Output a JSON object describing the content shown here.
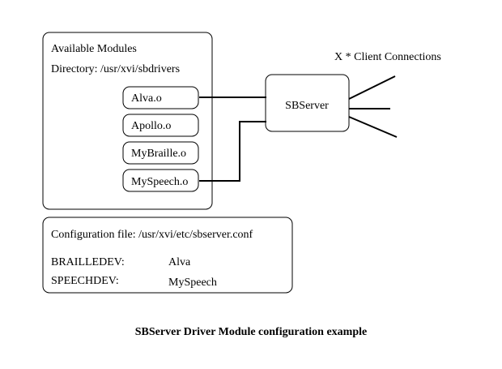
{
  "modules_panel": {
    "title": "Available Modules",
    "directory": "Directory: /usr/xvi/sbdrivers",
    "modules": [
      "Alva.o",
      "Apollo.o",
      "MyBraille.o",
      "MySpeech.o"
    ]
  },
  "server": {
    "label": "SBServer"
  },
  "clients": {
    "label": "X * Client Connections"
  },
  "config_panel": {
    "file": "Configuration file: /usr/xvi/etc/sbserver.conf",
    "entries": [
      {
        "key": "BRAILLEDEV:",
        "value": "Alva"
      },
      {
        "key": "SPEECHDEV:",
        "value": "MySpeech"
      }
    ]
  },
  "caption": "SBServer Driver Module configuration example"
}
